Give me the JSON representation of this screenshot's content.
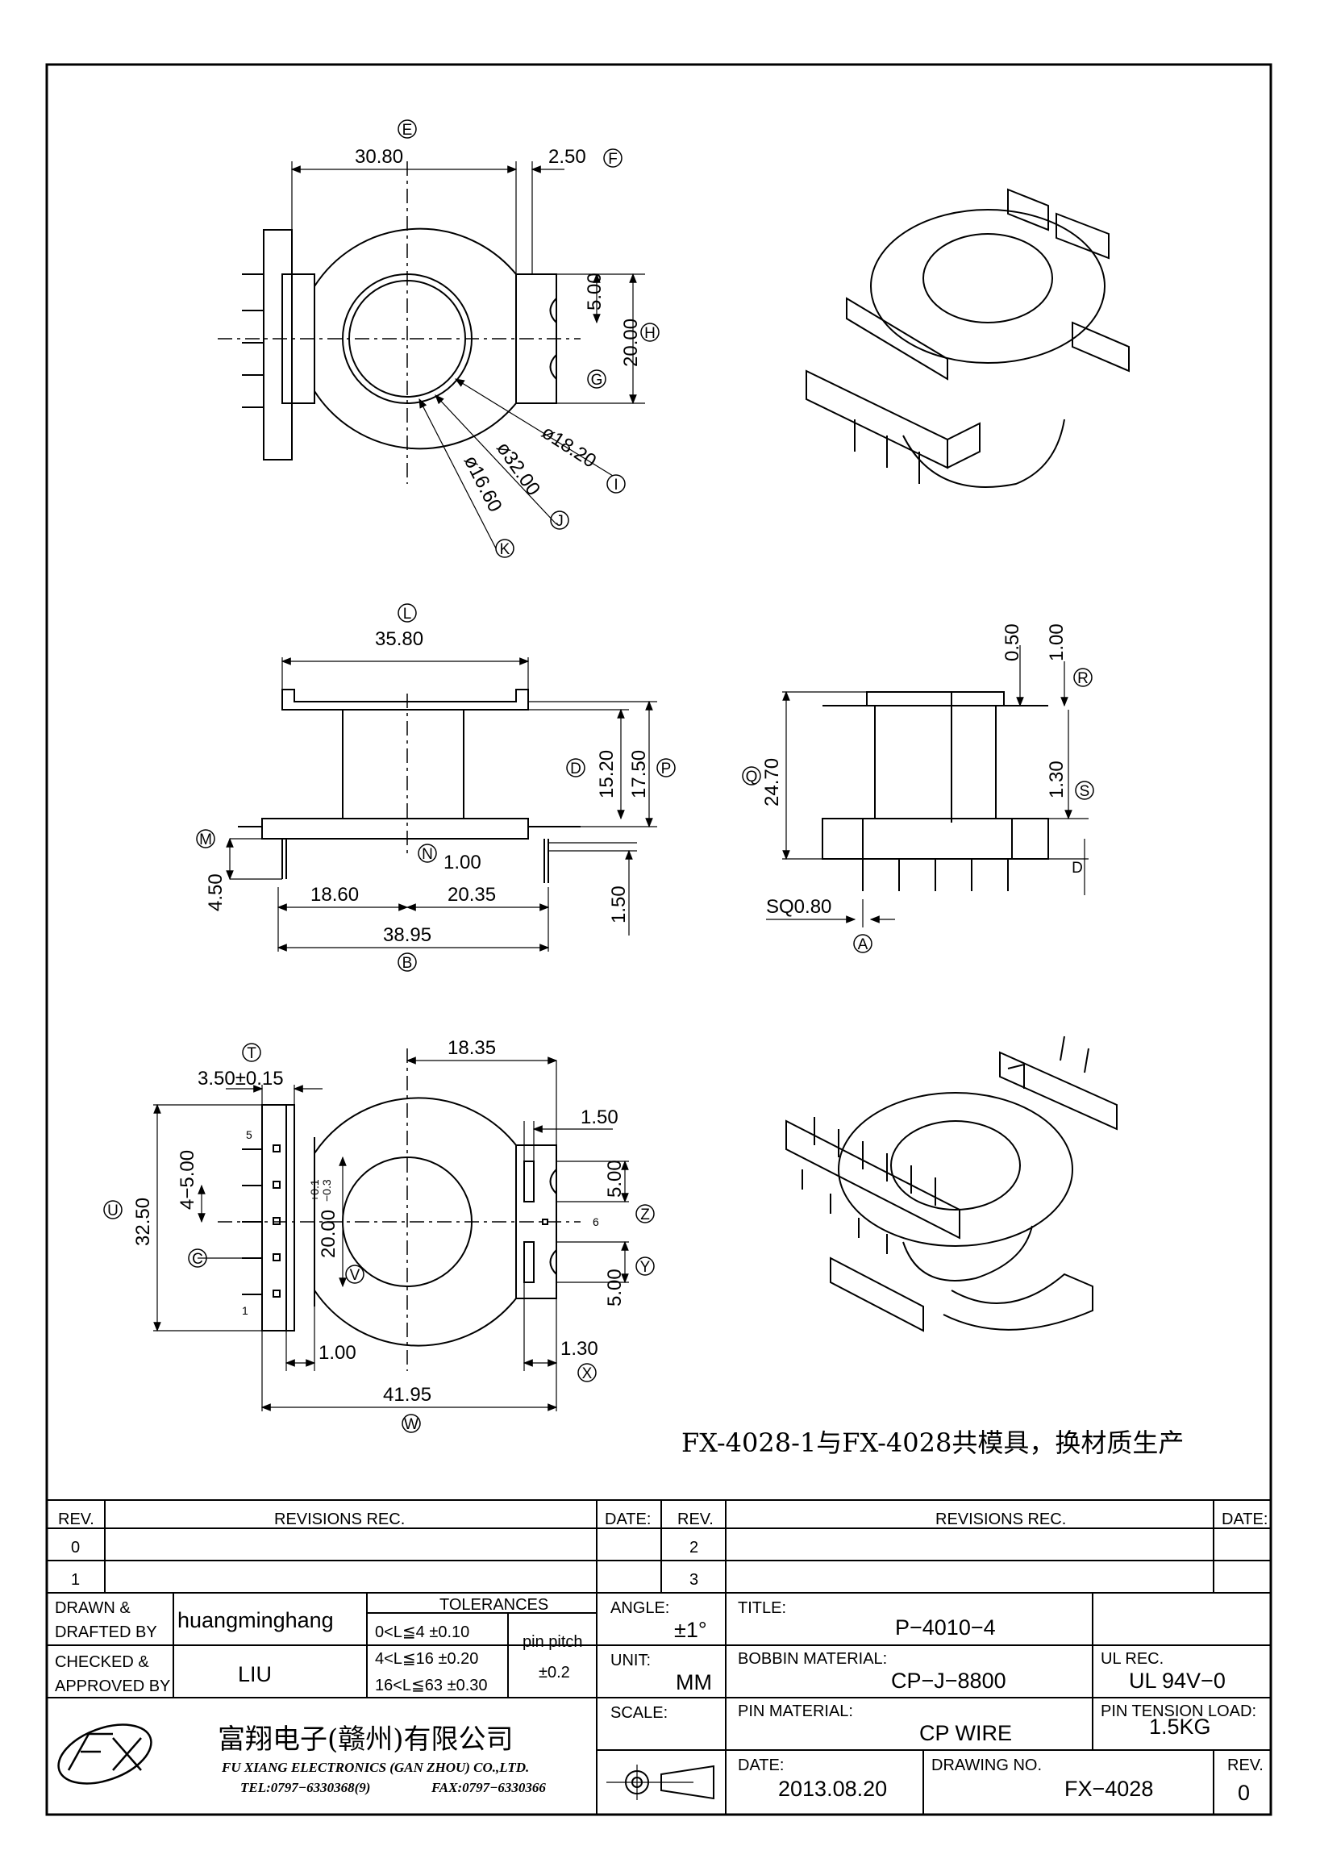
{
  "top_view": {
    "dim_width": "30.80",
    "dim_flange": "2.50",
    "dim_slot": "5.00",
    "dim_height": "20.00",
    "dia_inner": "ø18.20",
    "dia_outer": "ø32.00",
    "dia_core": "ø16.60",
    "labels": [
      "E",
      "F",
      "H",
      "G",
      "I",
      "J",
      "K"
    ]
  },
  "front_view": {
    "dim_width": "35.80",
    "dim_winding": "15.20",
    "dim_total": "17.50",
    "dim_pin_offset": "4.50",
    "dim_pin_step": "1.00",
    "dim_left": "18.60",
    "dim_right": "20.35",
    "dim_overall": "38.95",
    "dim_pin_len": "1.50",
    "labels": [
      "L",
      "D",
      "P",
      "M",
      "N",
      "B"
    ]
  },
  "side_view": {
    "dim_flange_top": "0.50",
    "dim_top": "1.00",
    "dim_height": "24.70",
    "dim_gap": "1.30",
    "dim_pin_sq": "SQ0.80",
    "labels": [
      "R",
      "Q",
      "S",
      "D",
      "A"
    ]
  },
  "bottom_view": {
    "dim_pin_row": "3.50±0.15",
    "dim_center": "18.35",
    "dim_slot_w": "1.50",
    "dim_slot_top": "5.00",
    "dim_overall_h": "32.50",
    "dim_pitch": "4−5.00",
    "dim_core": "20.00",
    "tol_plus": "+0.1",
    "tol_minus": "−0.3",
    "dim_slot_bottom": "5.00",
    "dim_base": "1.00",
    "dim_edge": "1.30",
    "dim_overall_w": "41.95",
    "pin_5": "5",
    "pin_1": "1",
    "pin_6": "6",
    "labels": [
      "T",
      "U",
      "C",
      "V",
      "Z",
      "Y",
      "X",
      "W"
    ]
  },
  "note": "FX-4028-1与FX-4028共模具，换材质生产",
  "title_block": {
    "rev_header": "REV.",
    "revisions_header": "REVISIONS    REC.",
    "date_header": "DATE:",
    "rev_rows_left": [
      "0",
      "1"
    ],
    "rev_rows_right": [
      "2",
      "3"
    ],
    "drawn_label": "DRAWN  &\nDRAFTED  BY",
    "drawn_label_1": "DRAWN  &",
    "drawn_label_2": "DRAFTED  BY",
    "drawn_value": "huangminghang",
    "checked_label_1": "CHECKED  &",
    "checked_label_2": "APPROVED  BY",
    "checked_value": "LIU",
    "tolerances_header": "TOLERANCES",
    "tol_rows": [
      "0<L≦4    ±0.10",
      "4<L≦16  ±0.20",
      "16<L≦63  ±0.30"
    ],
    "pin_pitch_label": "pin  pitch",
    "pin_pitch_value": "±0.2",
    "angle_label": "ANGLE:",
    "angle_value": "±1°",
    "unit_label": "UNIT:",
    "unit_value": "MM",
    "scale_label": "SCALE:",
    "title_label": "TITLE:",
    "title_value": "P−4010−4",
    "bobbin_label": "BOBBIN  MATERIAL:",
    "bobbin_value": "CP−J−8800",
    "ul_label": "UL  REC.",
    "ul_value": "UL  94V−0",
    "pin_mat_label": "PIN  MATERIAL:",
    "pin_mat_value": "CP  WIRE",
    "pin_tension_label": "PIN  TENSION  LOAD:",
    "pin_tension_value": "1.5KG",
    "date_label": "DATE:",
    "date_value": "2013.08.20",
    "drawing_no_label": "DRAWING  NO.",
    "drawing_no_value": "FX−4028",
    "rev_label": "REV.",
    "rev_value": "0",
    "company_cn": "富翔电子(赣州)有限公司",
    "company_en": "FU XIANG ELECTRONICS (GAN ZHOU) CO.,LTD.",
    "tel": "TEL:0797−6330368(9)",
    "fax": "FAX:0797−6330366"
  }
}
